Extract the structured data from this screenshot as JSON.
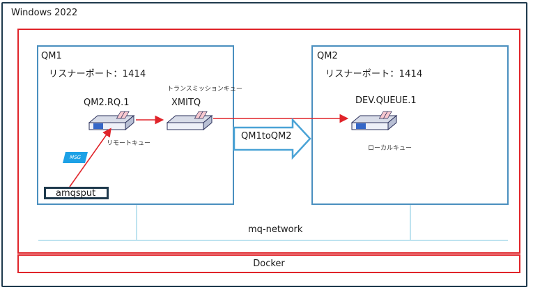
{
  "host": {
    "title": "Windows 2022"
  },
  "docker": {
    "label": "Docker"
  },
  "network": {
    "label": "mq-network"
  },
  "qm1": {
    "name": "QM1",
    "listener": "リスナーポート：1414",
    "remote_queue": {
      "name": "QM2.RQ.1",
      "caption": "リモートキュー"
    },
    "transmission_queue": {
      "name": "XMITQ",
      "caption": "トランスミッションキュー"
    },
    "program": "amqsput",
    "message_badge": "MSG"
  },
  "qm2": {
    "name": "QM2",
    "listener": "リスナーポート：1414",
    "local_queue": {
      "name": "DEV.QUEUE.1",
      "caption": "ローカルキュー"
    }
  },
  "channel": {
    "label": "QM1toQM2"
  },
  "colors": {
    "docker_border": "#e0242a",
    "qm_border": "#4a8fbf",
    "host_border": "#1f3a4d",
    "network_line": "#bfe3f0",
    "flow_arrow": "#e0242a",
    "channel_arrow": "#4aa3d6",
    "msg_badge": "#1da1e6"
  },
  "icons": [
    "queue-tray-icon",
    "channel-arrow-icon"
  ]
}
